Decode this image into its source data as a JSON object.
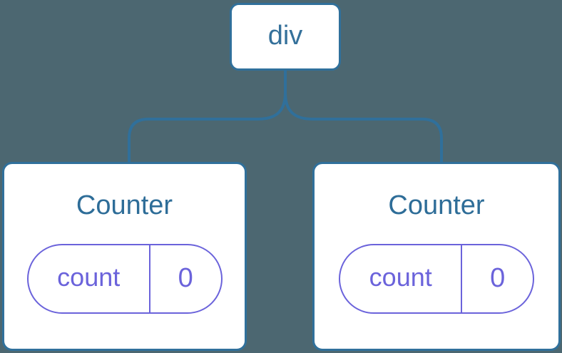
{
  "colors": {
    "background": "#4C6771",
    "node_border_blue": "#30709B",
    "node_text_blue": "#2E6D98",
    "connector_blue": "#30709B",
    "state_purple": "#6B63DB",
    "node_background": "#FFFFFF"
  },
  "tree": {
    "root": {
      "label": "div"
    },
    "children": [
      {
        "title": "Counter",
        "state": {
          "key": "count",
          "value": "0"
        }
      },
      {
        "title": "Counter",
        "state": {
          "key": "count",
          "value": "0"
        }
      }
    ]
  }
}
